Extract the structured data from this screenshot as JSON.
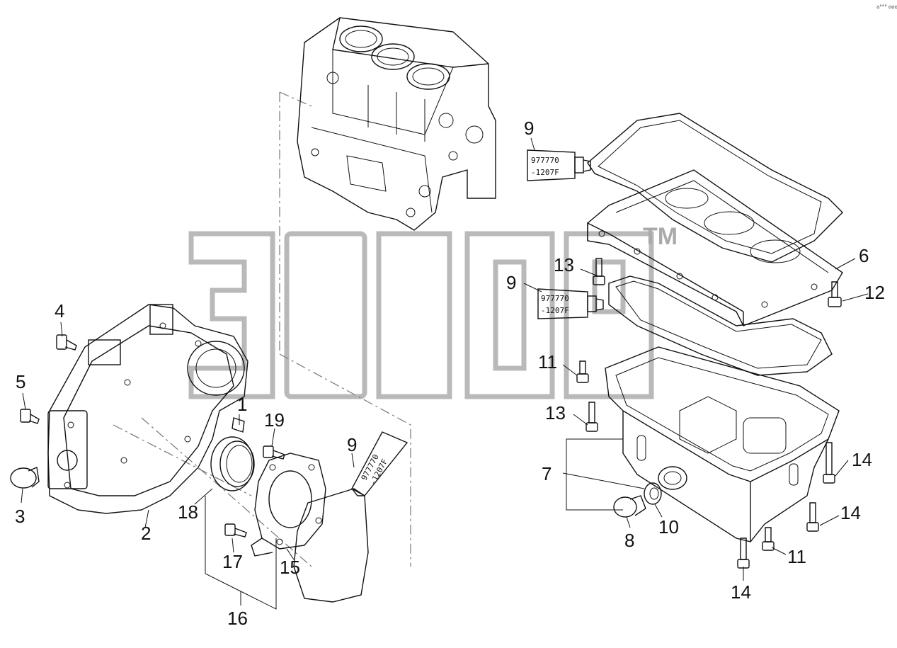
{
  "labels": {
    "l1": "1",
    "l2": "2",
    "l3": "3",
    "l4": "4",
    "l5": "5",
    "l6": "6",
    "l7": "7",
    "l8": "8",
    "l9a": "9",
    "l9b": "9",
    "l9c": "9",
    "l10": "10",
    "l11a": "11",
    "l11b": "11",
    "l12": "12",
    "l13a": "13",
    "l13b": "13",
    "l14a": "14",
    "l14b": "14",
    "l14c": "14",
    "l15": "15",
    "l16": "16",
    "l17": "17",
    "l18": "18",
    "l19": "19"
  },
  "sealant_tube": {
    "line1": "977770",
    "line2": "-1207F"
  },
  "watermark": {
    "mark": "TM"
  },
  "corner_mark": "a°°° ooo"
}
